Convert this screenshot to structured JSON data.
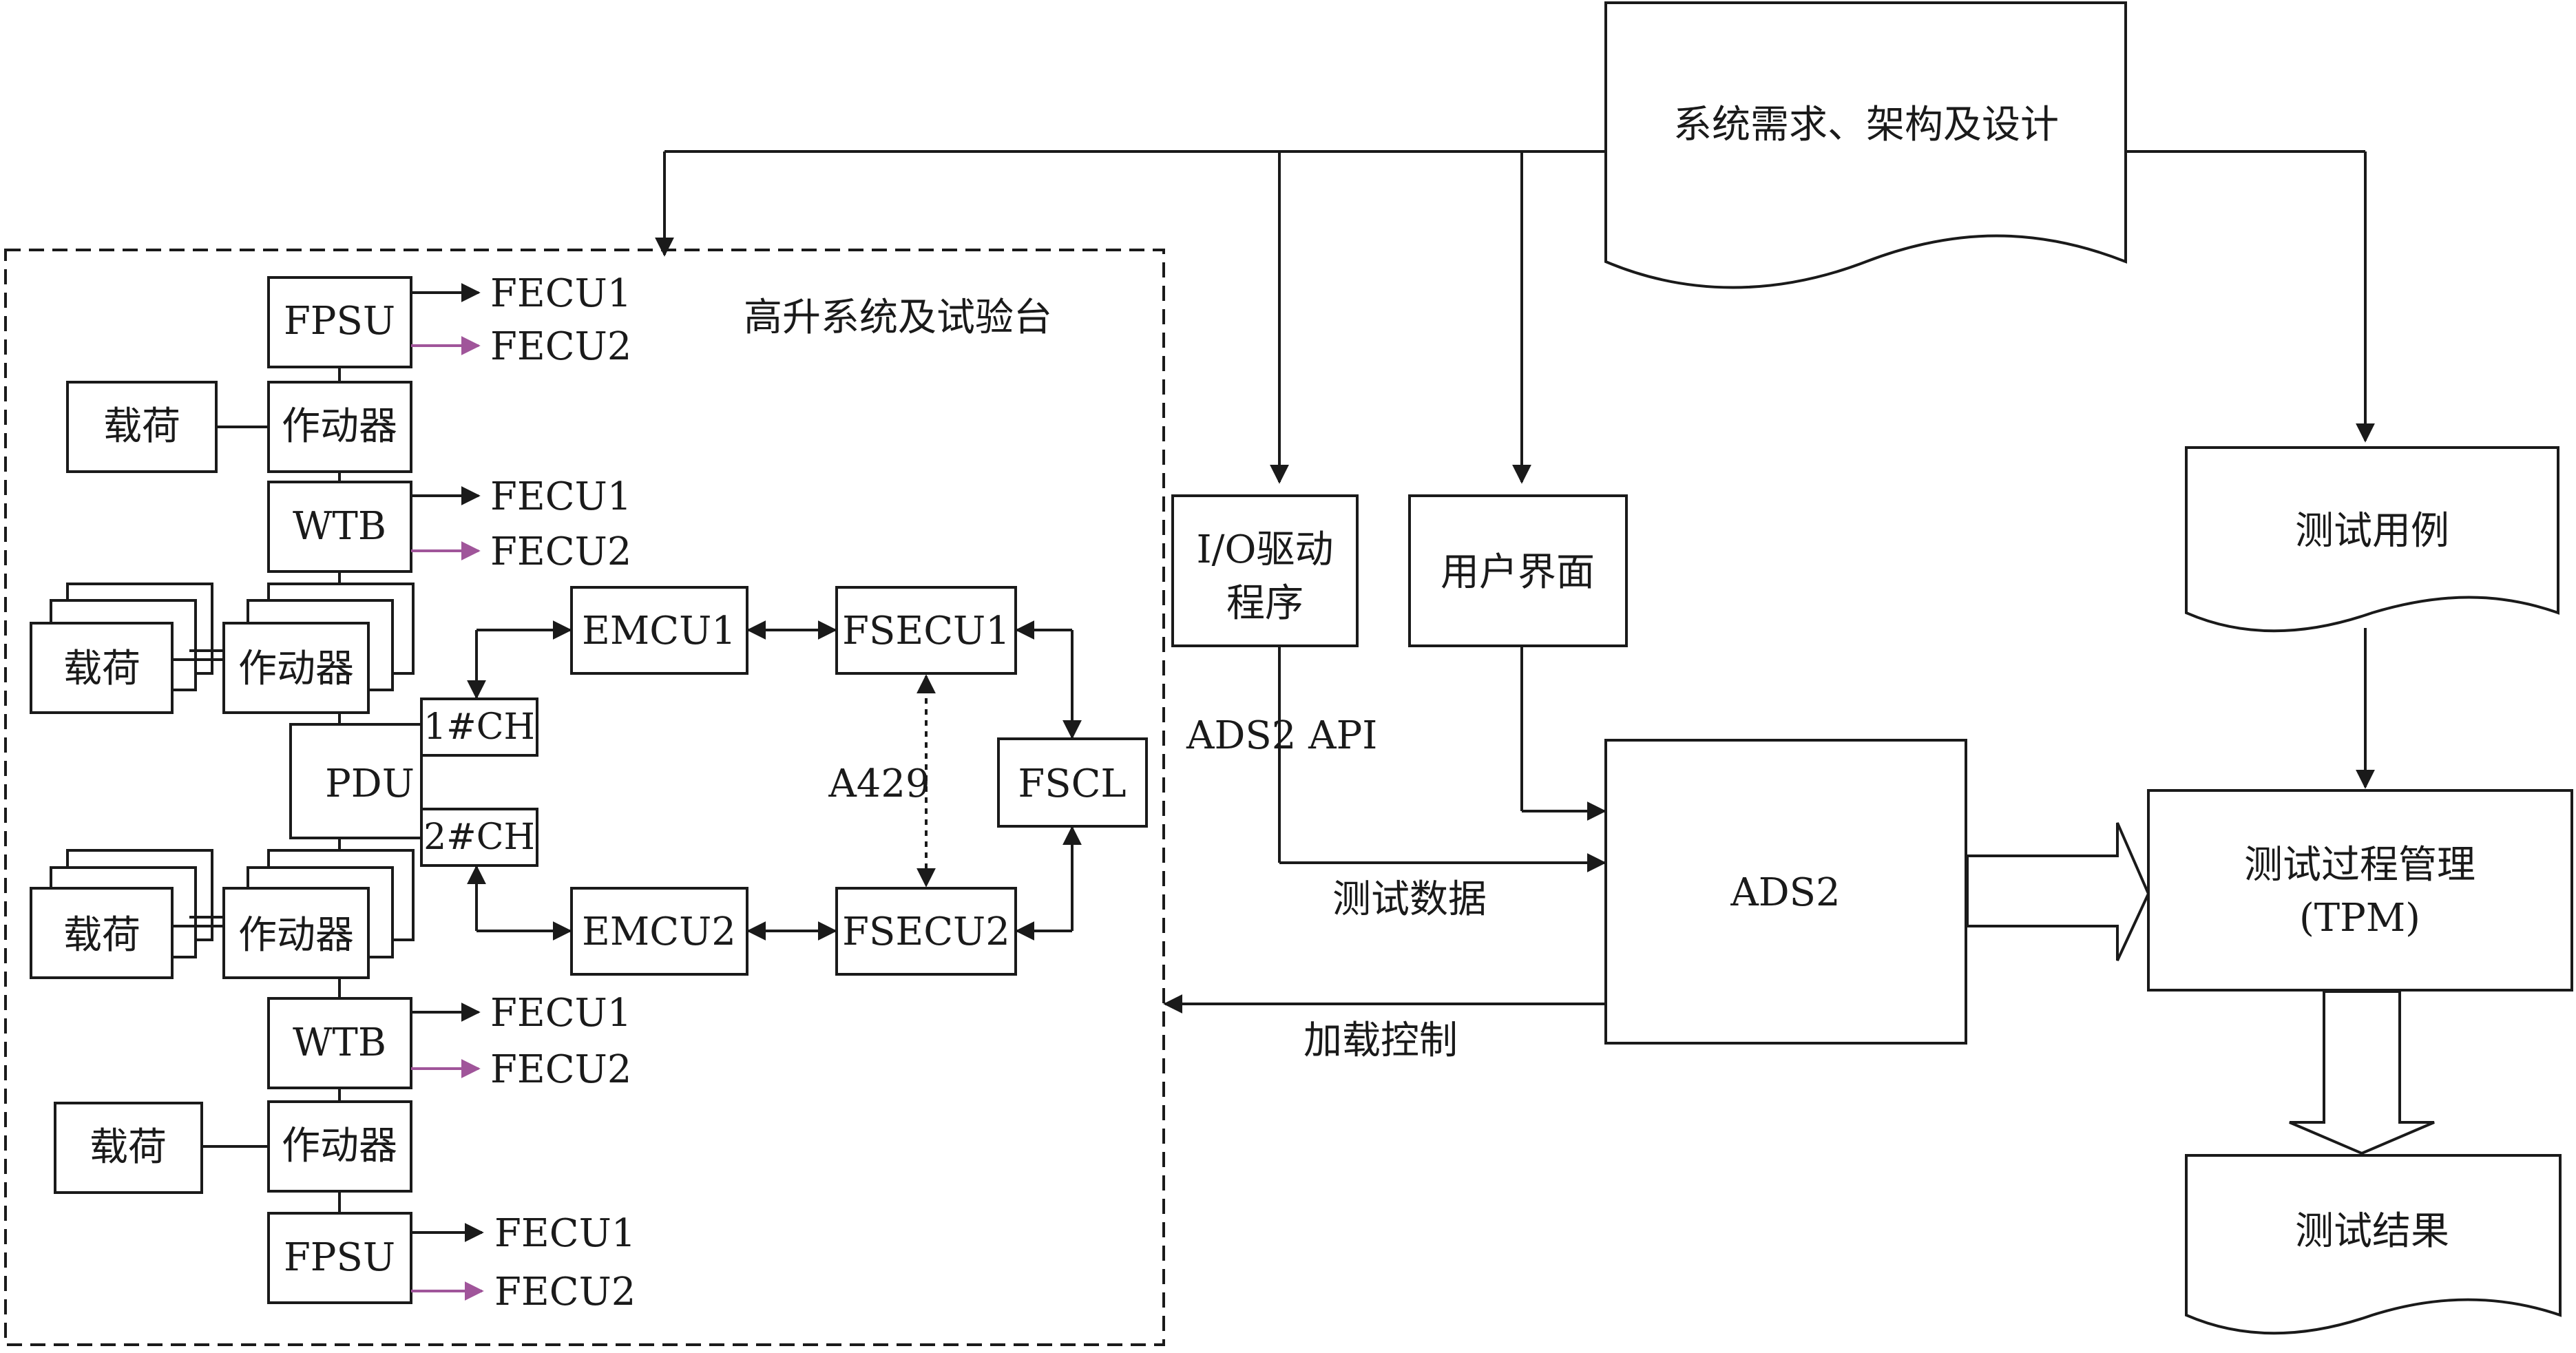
{
  "colors": {
    "line": "#1a1a1a",
    "accent_arrow": "#a0559a",
    "background": "#ffffff"
  },
  "nodes": {
    "requirements": "系统需求、架构及设计",
    "bench_title": "高升系统及试验台",
    "fpsu": "FPSU",
    "fecu1": "FECU1",
    "fecu2": "FECU2",
    "load": "载荷",
    "actuator": "作动器",
    "wtb": "WTB",
    "pdu": "PDU",
    "ch1": "1#CH",
    "ch2": "2#CH",
    "emcu1": "EMCU1",
    "emcu2": "EMCU2",
    "fsecu1": "FSECU1",
    "fsecu2": "FSECU2",
    "fscl": "FSCL",
    "a429": "A429",
    "io_driver_line1": "I/O驱动",
    "io_driver_line2": "程序",
    "user_interface": "用户界面",
    "ads2_api": "ADS2 API",
    "ads2": "ADS2",
    "test_data": "测试数据",
    "load_control": "加载控制",
    "test_cases": "测试用例",
    "tpm_line1": "测试过程管理",
    "tpm_line2": "(TPM)",
    "test_results": "测试结果"
  }
}
